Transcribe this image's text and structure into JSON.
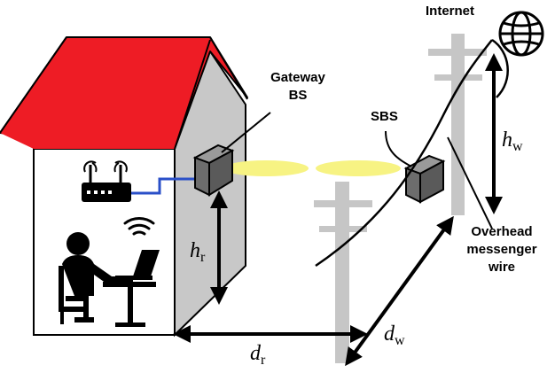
{
  "labels": {
    "internet": "Internet",
    "gateway_line1": "Gateway",
    "gateway_line2": "BS",
    "sbs": "SBS",
    "overhead_line1": "Overhead",
    "overhead_line2": "messenger",
    "overhead_line3": "wire"
  },
  "symbols": {
    "h_w": {
      "main": "h",
      "sub": "w"
    },
    "h_r": {
      "main": "h",
      "sub": "r"
    },
    "d_r": {
      "main": "d",
      "sub": "r"
    },
    "d_w": {
      "main": "d",
      "sub": "w"
    }
  },
  "colors": {
    "roof": "#ee1c25",
    "wall_side": "#c8c8c8",
    "pole": "#c6c6c6",
    "beam": "#f7f383",
    "cable": "#2a4fc8",
    "device": "#6d6d6d"
  },
  "icons": [
    "globe-icon",
    "router-icon",
    "wifi-icon",
    "person-at-laptop-icon",
    "base-station-icon"
  ]
}
